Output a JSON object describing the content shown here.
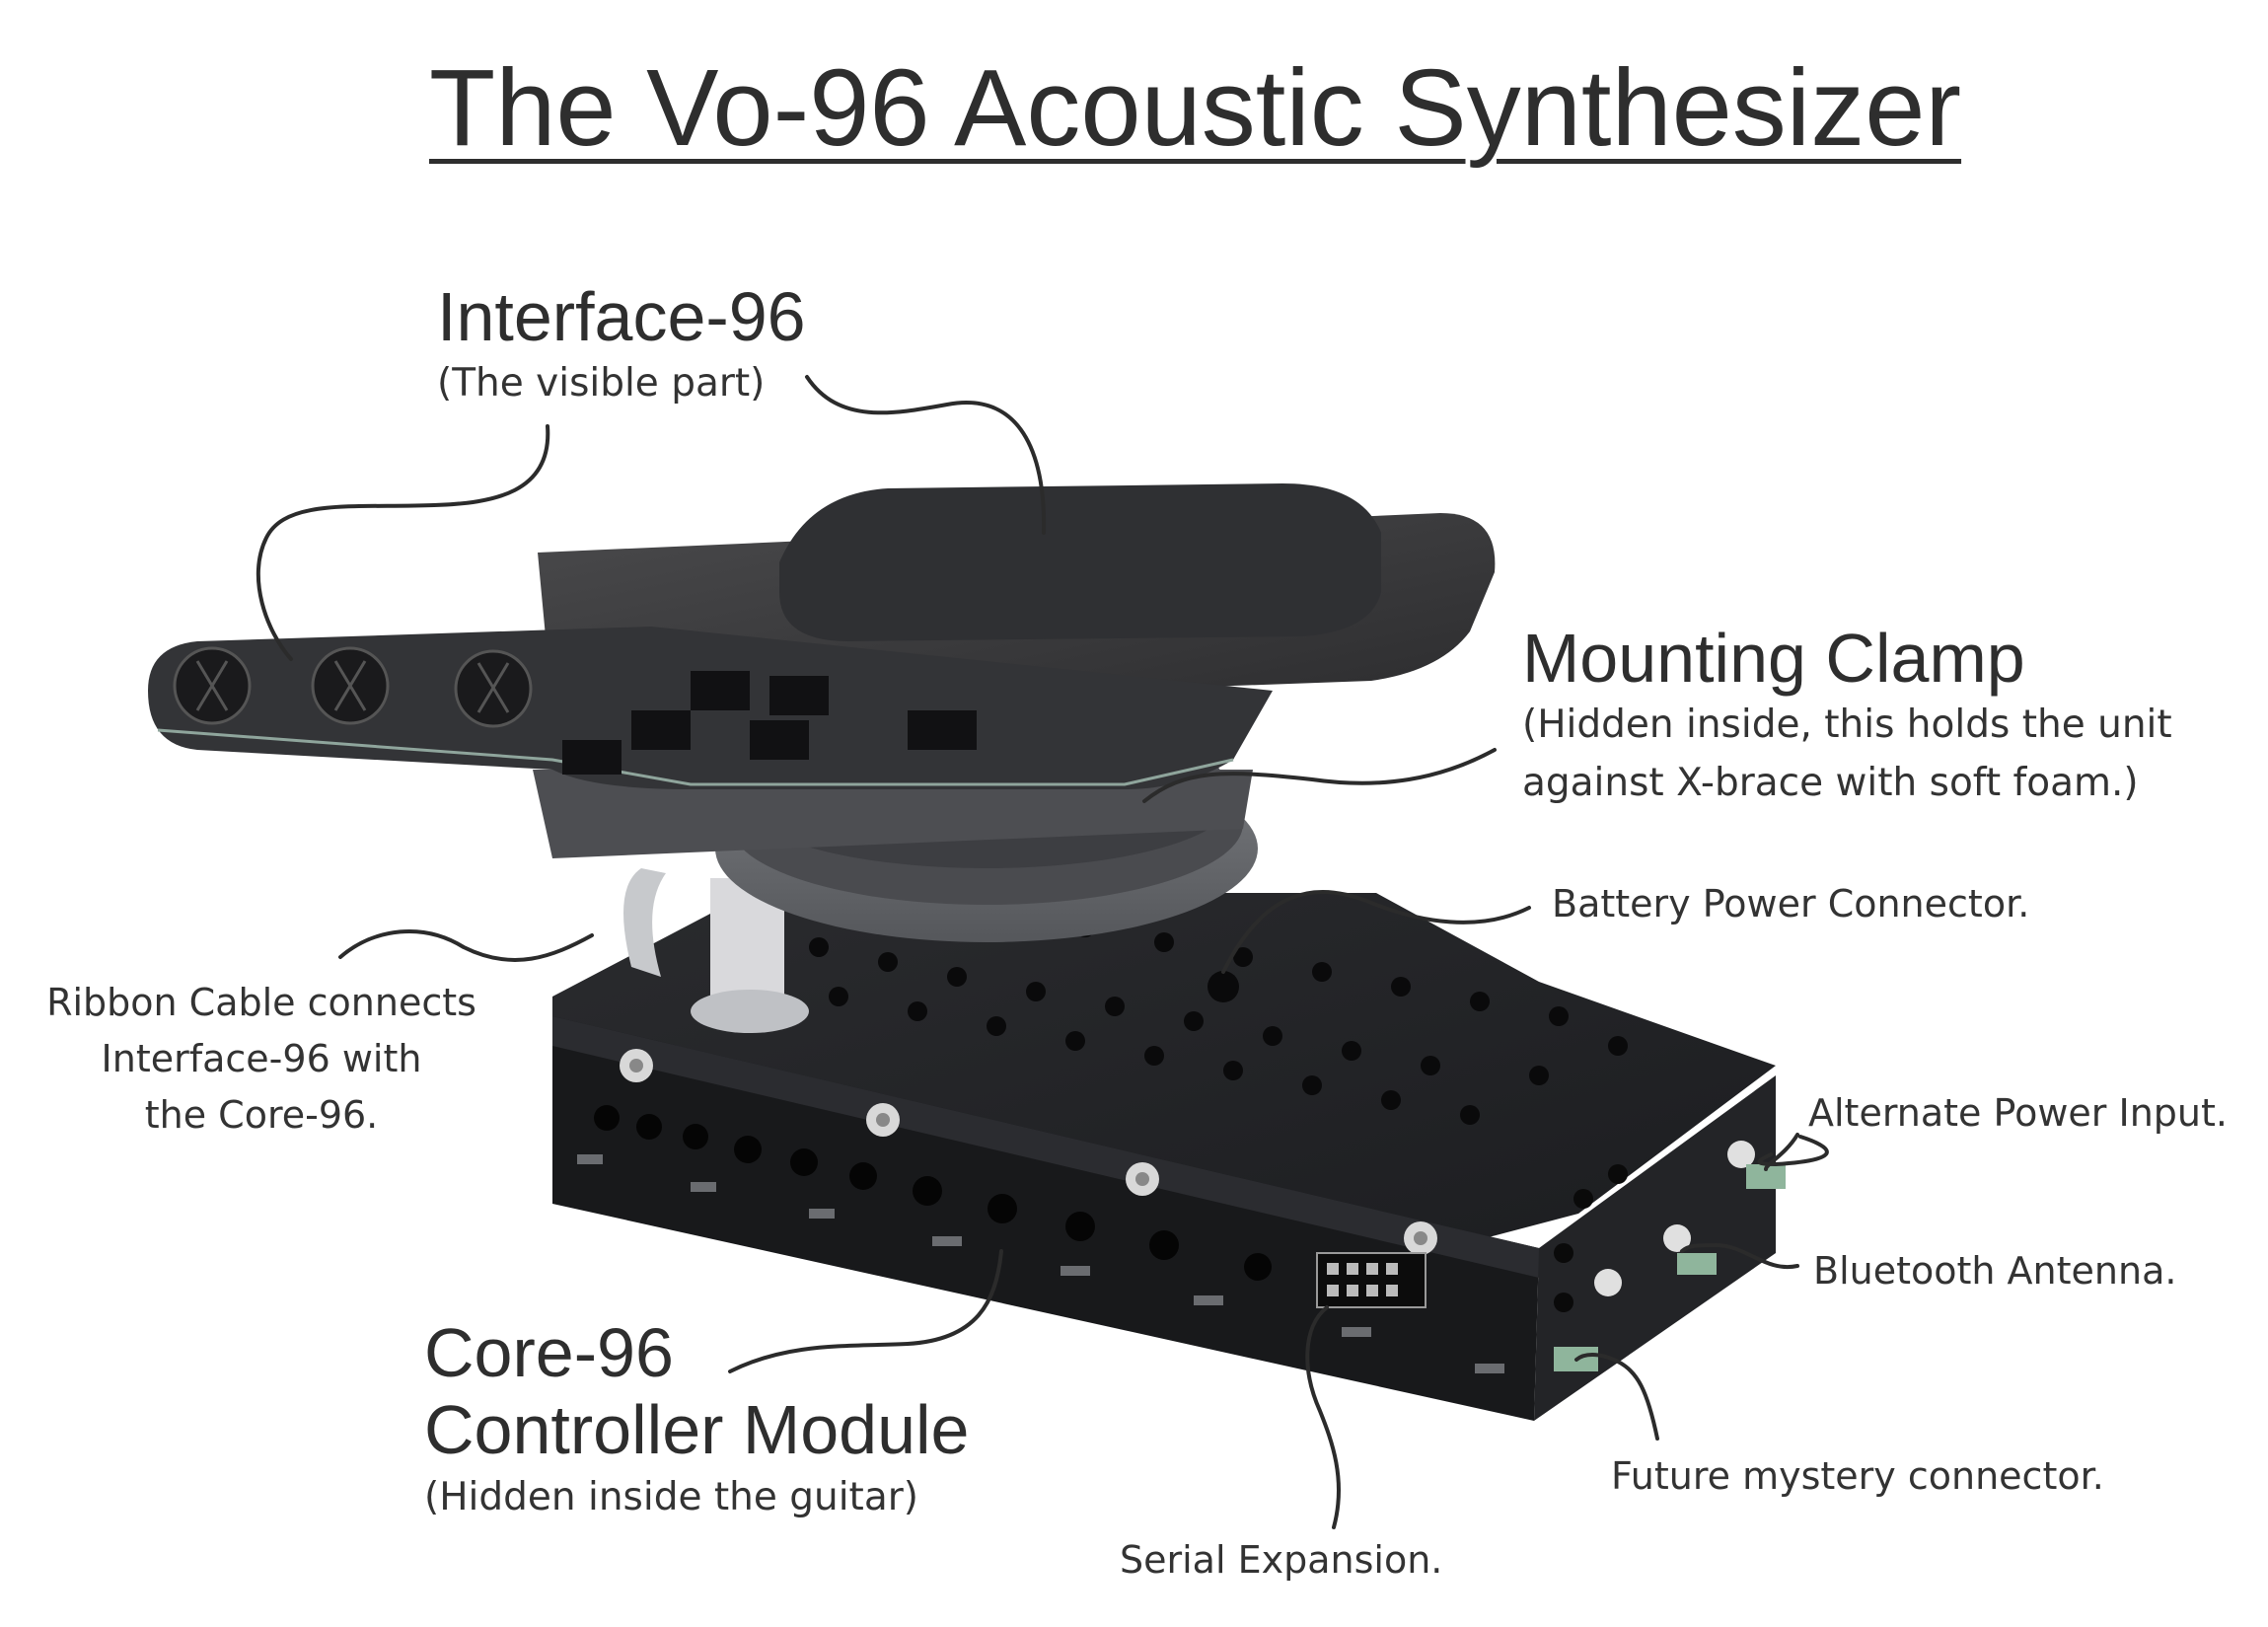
{
  "title": "The Vo-96 Acoustic Synthesizer",
  "labels": {
    "interface": {
      "heading": "Interface-96",
      "note": "(The visible part)"
    },
    "clamp": {
      "heading": "Mounting Clamp",
      "note_line1": "(Hidden inside, this holds the unit",
      "note_line2": "against X-brace with soft foam.)"
    },
    "battery": "Battery Power Connector.",
    "ribbon": {
      "line1": "Ribbon Cable connects",
      "line2": "Interface-96 with",
      "line3": "the Core-96."
    },
    "alt_power": "Alternate Power Input.",
    "bluetooth": "Bluetooth Antenna.",
    "core": {
      "line1": "Core-96",
      "line2": "Controller Module",
      "note": "(Hidden inside the guitar)"
    },
    "future": "Future mystery connector.",
    "serial": "Serial Expansion."
  }
}
